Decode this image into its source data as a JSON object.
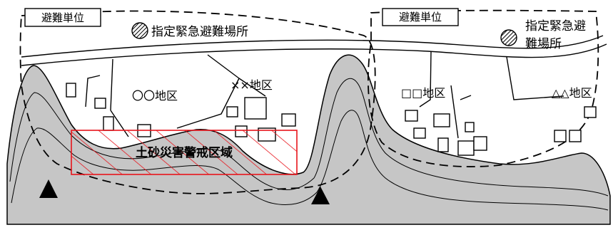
{
  "evacuation_units": [
    {
      "label": "避難単位"
    },
    {
      "label": "避難単位"
    }
  ],
  "shelters": [
    {
      "label": "指定緊急避難場所",
      "lines": [
        "指定緊急避難場所"
      ]
    },
    {
      "label": "指定緊急避難場所",
      "lines": [
        "指定緊急避",
        "難場所"
      ]
    }
  ],
  "districts": {
    "circle": "〇〇地区",
    "cross": "××地区",
    "square": "□□地区",
    "triangle": "△△地区"
  },
  "warning_zone": {
    "label": "土砂災害警戒区域",
    "color": "#e8141b"
  },
  "colors": {
    "terrain": "#c6c6c6",
    "outline": "#000000"
  }
}
